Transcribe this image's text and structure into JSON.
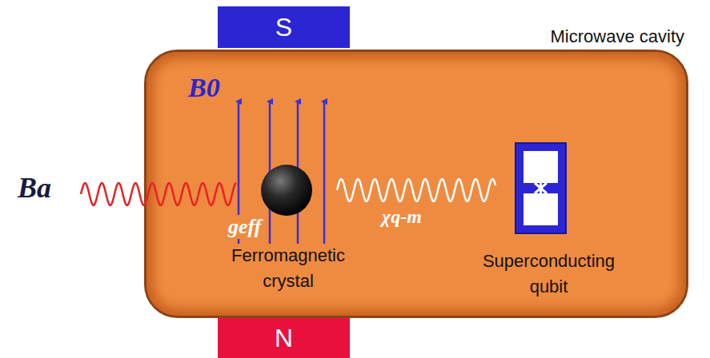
{
  "diagram": {
    "nodes": [
      {
        "text": [
          "S"
        ]
      },
      {
        "text": [
          "Microwave cavity"
        ]
      },
      {
        "text": [
          "Ferromagnetic crystal"
        ],
        "in": 1
      },
      {
        "text": [
          "Superconducting qubit"
        ],
        "in": 1
      },
      {
        "text": [
          "N"
        ]
      }
    ],
    "edges": [
      {
        "from": 2,
        "to": 3,
        "label": "χq-m",
        "arrow": "none"
      }
    ],
    "labels": [
      "B0",
      "Ba",
      "geff"
    ]
  }
}
